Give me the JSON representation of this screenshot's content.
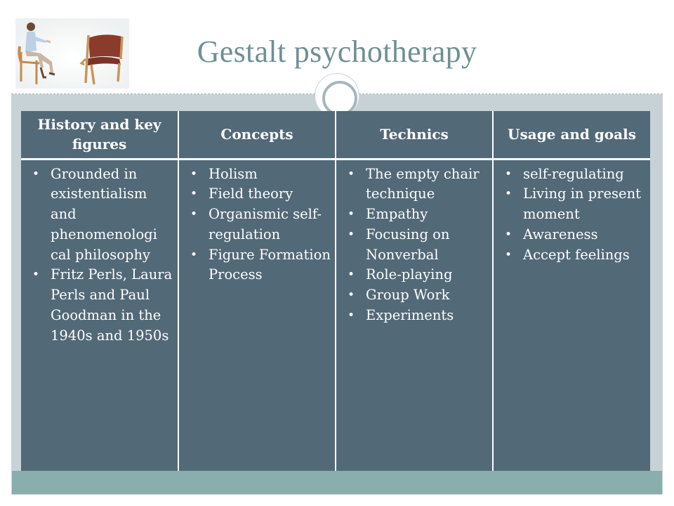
{
  "title": "Gestalt psychotherapy",
  "photo": {
    "icon": "therapy-session-illustration"
  },
  "colors": {
    "title": "#6e8f95",
    "table_fill": "#526977",
    "footer": "#8aaeae",
    "body_bg": "#c7d2d7"
  },
  "table": {
    "headers": [
      "History and key figures",
      "Concepts",
      "Technics",
      "Usage and goals"
    ],
    "columns": [
      [
        "Grounded in existentialism and phenomenologi cal philosophy",
        "Fritz Perls, Laura Perls and Paul Goodman in the 1940s and 1950s"
      ],
      [
        "Holism",
        "Field theory",
        "Organismic self-regulation",
        "Figure Formation Process"
      ],
      [
        "The empty chair technique",
        "Empathy",
        "Focusing on Nonverbal",
        "Role-playing",
        "Group Work",
        "Experiments"
      ],
      [
        " self-regulating",
        "Living in present moment",
        "Awareness",
        "Accept feelings"
      ]
    ]
  }
}
